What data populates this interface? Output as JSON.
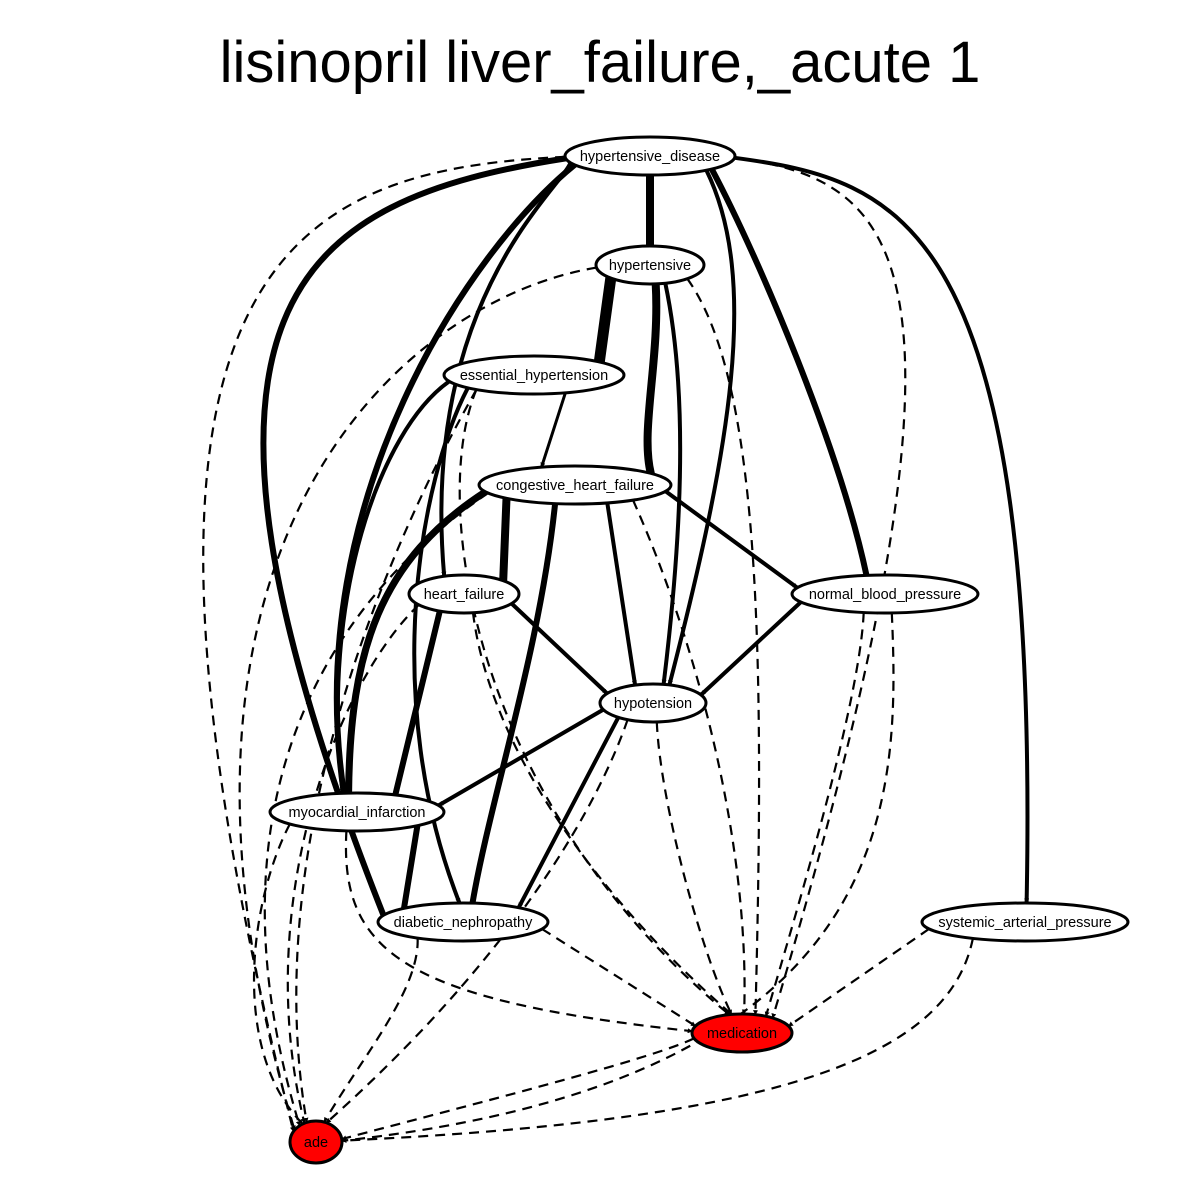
{
  "title": "lisinopril liver_failure,_acute 1",
  "colors": {
    "highlight": "#ff0000",
    "node": "#ffffff",
    "stroke": "#000000"
  },
  "nodes": [
    {
      "id": "hypertensive_disease",
      "label": "hypertensive_disease",
      "highlight": false
    },
    {
      "id": "hypertensive",
      "label": "hypertensive",
      "highlight": false
    },
    {
      "id": "essential_hypertension",
      "label": "essential_hypertension",
      "highlight": false
    },
    {
      "id": "congestive_heart_failure",
      "label": "congestive_heart_failure",
      "highlight": false
    },
    {
      "id": "heart_failure",
      "label": "heart_failure",
      "highlight": false
    },
    {
      "id": "normal_blood_pressure",
      "label": "normal_blood_pressure",
      "highlight": false
    },
    {
      "id": "hypotension",
      "label": "hypotension",
      "highlight": false
    },
    {
      "id": "myocardial_infarction",
      "label": "myocardial_infarction",
      "highlight": false
    },
    {
      "id": "diabetic_nephropathy",
      "label": "diabetic_nephropathy",
      "highlight": false
    },
    {
      "id": "systemic_arterial_pressure",
      "label": "systemic_arterial_pressure",
      "highlight": false
    },
    {
      "id": "medication",
      "label": "medication",
      "highlight": true
    },
    {
      "id": "ade",
      "label": "ade",
      "highlight": true
    }
  ],
  "edges": [
    {
      "from": "hypertensive_disease",
      "to": "hypertensive",
      "style": "solid",
      "weight": 8
    },
    {
      "from": "hypertensive_disease",
      "to": "heart_failure",
      "style": "solid",
      "weight": 4
    },
    {
      "from": "hypertensive_disease",
      "to": "myocardial_infarction",
      "style": "solid",
      "weight": 6
    },
    {
      "from": "hypertensive_disease",
      "to": "diabetic_nephropathy",
      "style": "solid",
      "weight": 6
    },
    {
      "from": "hypertensive_disease",
      "to": "hypotension",
      "style": "solid",
      "weight": 4
    },
    {
      "from": "hypertensive_disease",
      "to": "normal_blood_pressure",
      "style": "solid",
      "weight": 6
    },
    {
      "from": "hypertensive_disease",
      "to": "systemic_arterial_pressure",
      "style": "solid",
      "weight": 4
    },
    {
      "from": "hypertensive_disease",
      "to": "ade",
      "style": "dashed",
      "weight": 1
    },
    {
      "from": "hypertensive_disease",
      "to": "medication",
      "style": "dashed",
      "weight": 1
    },
    {
      "from": "hypertensive",
      "to": "essential_hypertension",
      "style": "solid",
      "weight": 11
    },
    {
      "from": "hypertensive",
      "to": "congestive_heart_failure",
      "style": "solid",
      "weight": 8
    },
    {
      "from": "hypertensive",
      "to": "hypotension",
      "style": "solid",
      "weight": 4
    },
    {
      "from": "hypertensive",
      "to": "ade",
      "style": "dashed",
      "weight": 1
    },
    {
      "from": "hypertensive",
      "to": "medication",
      "style": "dashed",
      "weight": 1
    },
    {
      "from": "essential_hypertension",
      "to": "congestive_heart_failure",
      "style": "solid",
      "weight": 3
    },
    {
      "from": "essential_hypertension",
      "to": "myocardial_infarction",
      "style": "solid",
      "weight": 4
    },
    {
      "from": "essential_hypertension",
      "to": "diabetic_nephropathy",
      "style": "solid",
      "weight": 4
    },
    {
      "from": "essential_hypertension",
      "to": "medication",
      "style": "dashed",
      "weight": 1
    },
    {
      "from": "essential_hypertension",
      "to": "ade",
      "style": "dashed",
      "weight": 1
    },
    {
      "from": "congestive_heart_failure",
      "to": "heart_failure",
      "style": "solid",
      "weight": 8
    },
    {
      "from": "congestive_heart_failure",
      "to": "myocardial_infarction",
      "style": "solid",
      "weight": 7
    },
    {
      "from": "congestive_heart_failure",
      "to": "diabetic_nephropathy",
      "style": "solid",
      "weight": 6
    },
    {
      "from": "congestive_heart_failure",
      "to": "hypotension",
      "style": "solid",
      "weight": 4
    },
    {
      "from": "congestive_heart_failure",
      "to": "normal_blood_pressure",
      "style": "solid",
      "weight": 4
    },
    {
      "from": "congestive_heart_failure",
      "to": "medication",
      "style": "dashed",
      "weight": 1
    },
    {
      "from": "congestive_heart_failure",
      "to": "ade",
      "style": "dashed",
      "weight": 1
    },
    {
      "from": "heart_failure",
      "to": "hypotension",
      "style": "solid",
      "weight": 4
    },
    {
      "from": "heart_failure",
      "to": "myocardial_infarction",
      "style": "solid",
      "weight": 6
    },
    {
      "from": "heart_failure",
      "to": "medication",
      "style": "dashed",
      "weight": 1
    },
    {
      "from": "heart_failure",
      "to": "ade",
      "style": "dashed",
      "weight": 1
    },
    {
      "from": "normal_blood_pressure",
      "to": "hypotension",
      "style": "solid",
      "weight": 4
    },
    {
      "from": "normal_blood_pressure",
      "to": "medication",
      "style": "dashed",
      "weight": 1
    },
    {
      "from": "normal_blood_pressure",
      "to": "ade",
      "style": "dashed",
      "weight": 1
    },
    {
      "from": "hypotension",
      "to": "myocardial_infarction",
      "style": "solid",
      "weight": 4
    },
    {
      "from": "hypotension",
      "to": "diabetic_nephropathy",
      "style": "solid",
      "weight": 4
    },
    {
      "from": "hypotension",
      "to": "medication",
      "style": "dashed",
      "weight": 1
    },
    {
      "from": "hypotension",
      "to": "ade",
      "style": "dashed",
      "weight": 1
    },
    {
      "from": "myocardial_infarction",
      "to": "diabetic_nephropathy",
      "style": "solid",
      "weight": 6
    },
    {
      "from": "myocardial_infarction",
      "to": "medication",
      "style": "dashed",
      "weight": 1
    },
    {
      "from": "myocardial_infarction",
      "to": "ade",
      "style": "dashed",
      "weight": 1
    },
    {
      "from": "diabetic_nephropathy",
      "to": "medication",
      "style": "dashed",
      "weight": 1
    },
    {
      "from": "diabetic_nephropathy",
      "to": "ade",
      "style": "dashed",
      "weight": 1
    },
    {
      "from": "systemic_arterial_pressure",
      "to": "medication",
      "style": "dashed",
      "weight": 1
    },
    {
      "from": "systemic_arterial_pressure",
      "to": "ade",
      "style": "dashed",
      "weight": 1
    },
    {
      "from": "medication",
      "to": "ade",
      "style": "dashed",
      "weight": 1
    }
  ]
}
